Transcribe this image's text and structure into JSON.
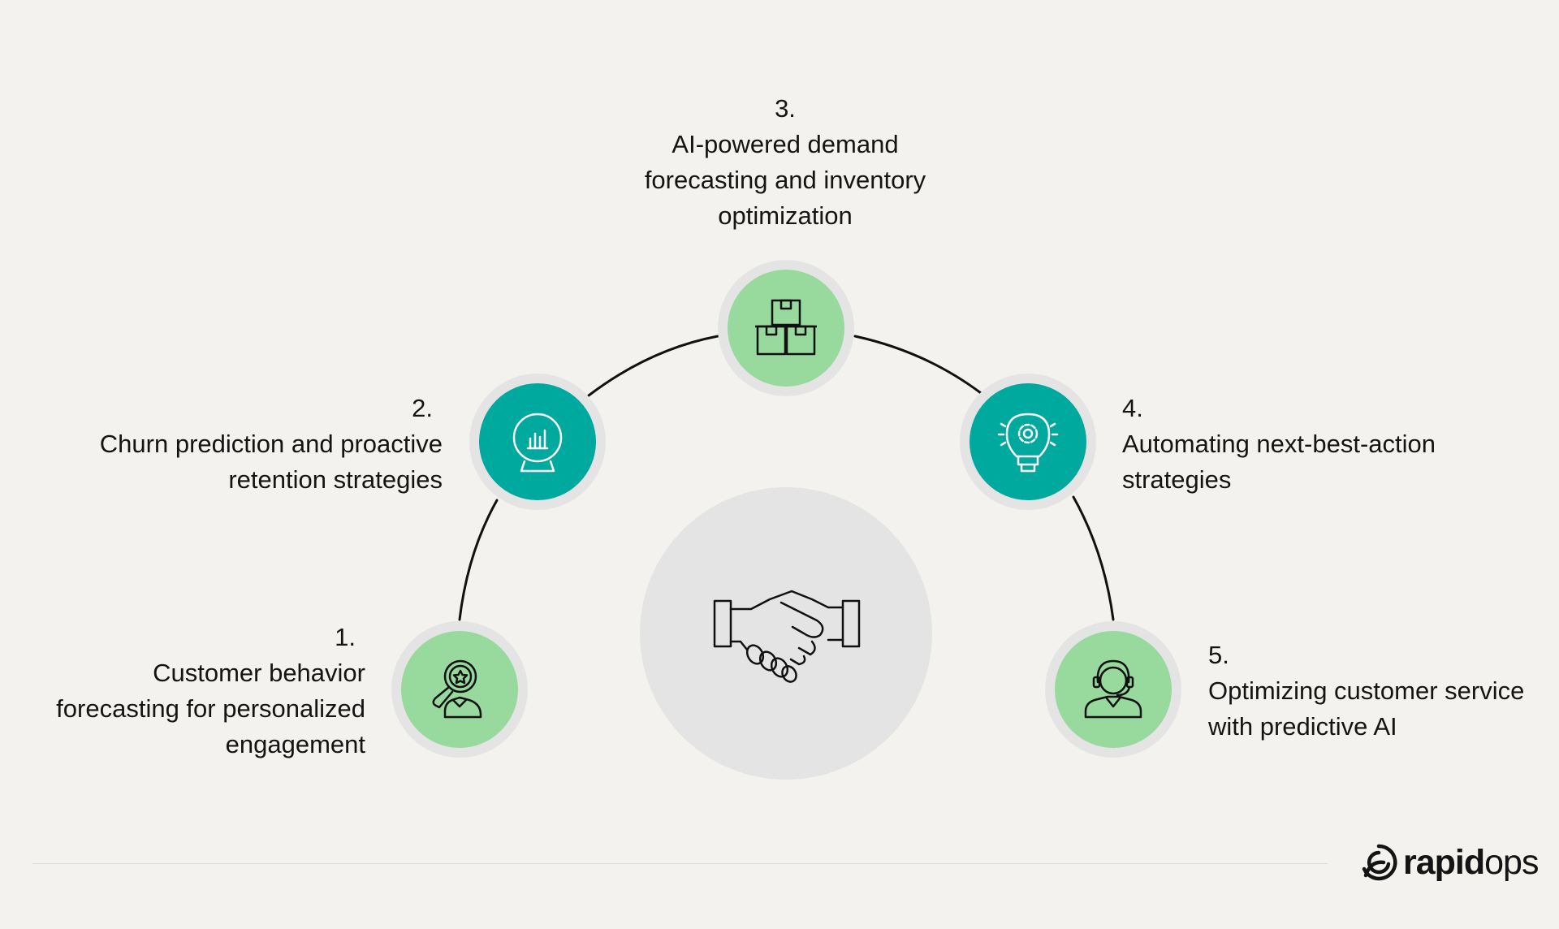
{
  "steps": [
    {
      "number": "1.",
      "text": "Customer behavior forecasting for personalized engagement",
      "icon": "user-search-star-icon",
      "color": "#98d99e"
    },
    {
      "number": "2.",
      "text": "Churn prediction and proactive retention strategies",
      "icon": "crystal-ball-chart-icon",
      "color": "#00a99d"
    },
    {
      "number": "3.",
      "text": "AI-powered demand forecasting and inventory optimization",
      "icon": "stacked-boxes-icon",
      "color": "#98d99e"
    },
    {
      "number": "4.",
      "text": "Automating next-best-action strategies",
      "icon": "lightbulb-gear-icon",
      "color": "#00a99d"
    },
    {
      "number": "5.",
      "text": "Optimizing customer service with predictive AI",
      "icon": "support-agent-headset-icon",
      "color": "#98d99e"
    }
  ],
  "center_icon": "handshake-icon",
  "brand": {
    "name_bold": "rapid",
    "name_light": "ops"
  },
  "colors": {
    "background": "#f3f2ee",
    "ring": "#e4e4e4",
    "green": "#98d99e",
    "teal": "#00a99d",
    "line": "#111111"
  }
}
